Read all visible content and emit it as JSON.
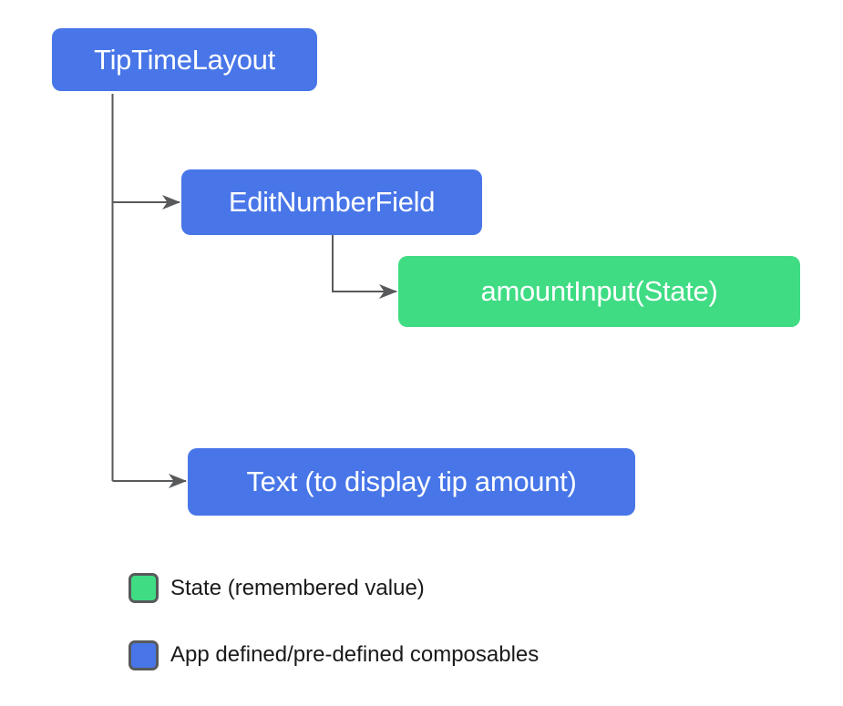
{
  "diagram": {
    "nodes": [
      {
        "id": "tip-time-layout",
        "label": "TipTimeLayout",
        "kind": "composable"
      },
      {
        "id": "edit-number-field",
        "label": "EditNumberField",
        "kind": "composable"
      },
      {
        "id": "amount-input-state",
        "label": "amountInput(State)",
        "kind": "state"
      },
      {
        "id": "text-display-tip-amount",
        "label": "Text (to display tip amount)",
        "kind": "composable"
      }
    ],
    "edges": [
      {
        "from": "tip-time-layout",
        "to": "edit-number-field"
      },
      {
        "from": "tip-time-layout",
        "to": "text-display-tip-amount"
      },
      {
        "from": "edit-number-field",
        "to": "amount-input-state"
      }
    ],
    "legend": [
      {
        "label": "State (remembered value)",
        "color": "#3fdc84"
      },
      {
        "label": "App defined/pre-defined composables",
        "color": "#4876e8"
      }
    ],
    "colors": {
      "composable_blue": "#4876e8",
      "state_green": "#3fdc84",
      "connector_gray": "#58595b",
      "node_text": "#ffffff",
      "legend_text": "#1a1a1a",
      "background": "#ffffff"
    }
  }
}
